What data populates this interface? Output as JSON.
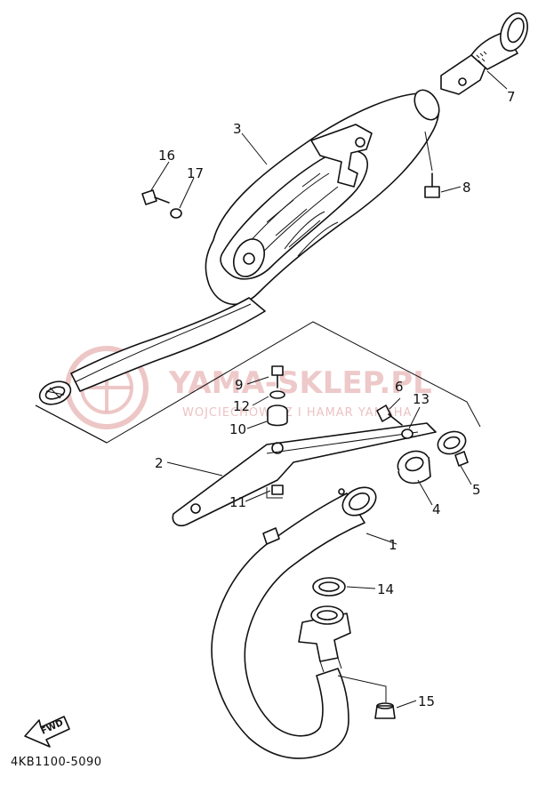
{
  "diagram": {
    "code": "4KB1100-5090",
    "fwd_label": "FWD",
    "watermark": {
      "title": "YAMA-SKLEP.PL",
      "subtitle": "WOJCIECHOWICZ I HAMAR YAMAHA"
    },
    "callouts": {
      "p1": "1",
      "p2": "2",
      "p3": "3",
      "p4": "4",
      "p5": "5",
      "p6": "6",
      "p7": "7",
      "p8": "8",
      "p9": "9",
      "p10": "10",
      "p11": "11",
      "p12": "12",
      "p13": "13",
      "p14": "14",
      "p15": "15",
      "p16": "16",
      "p17": "17"
    },
    "colors": {
      "line": "#111111",
      "watermark": "#e9b8b8",
      "background": "#ffffff"
    }
  }
}
